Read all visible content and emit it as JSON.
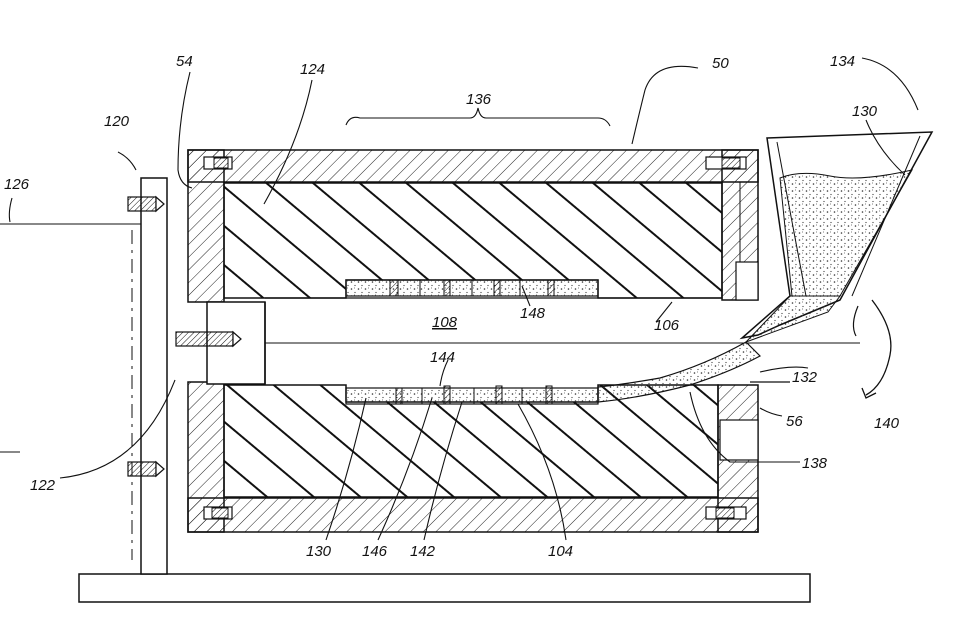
{
  "figure": {
    "labels": {
      "l50": "50",
      "l54": "54",
      "l56": "56",
      "l104": "104",
      "l106": "106",
      "l108": "108",
      "l120": "120",
      "l122": "122",
      "l124": "124",
      "l126": "126",
      "l130a": "130",
      "l130b": "130",
      "l132": "132",
      "l134": "134",
      "l136": "136",
      "l138": "138",
      "l140": "140",
      "l142": "142",
      "l144": "144",
      "l146": "146",
      "l148": "148"
    },
    "colors": {
      "ink": "#111111",
      "paper": "#ffffff"
    }
  }
}
